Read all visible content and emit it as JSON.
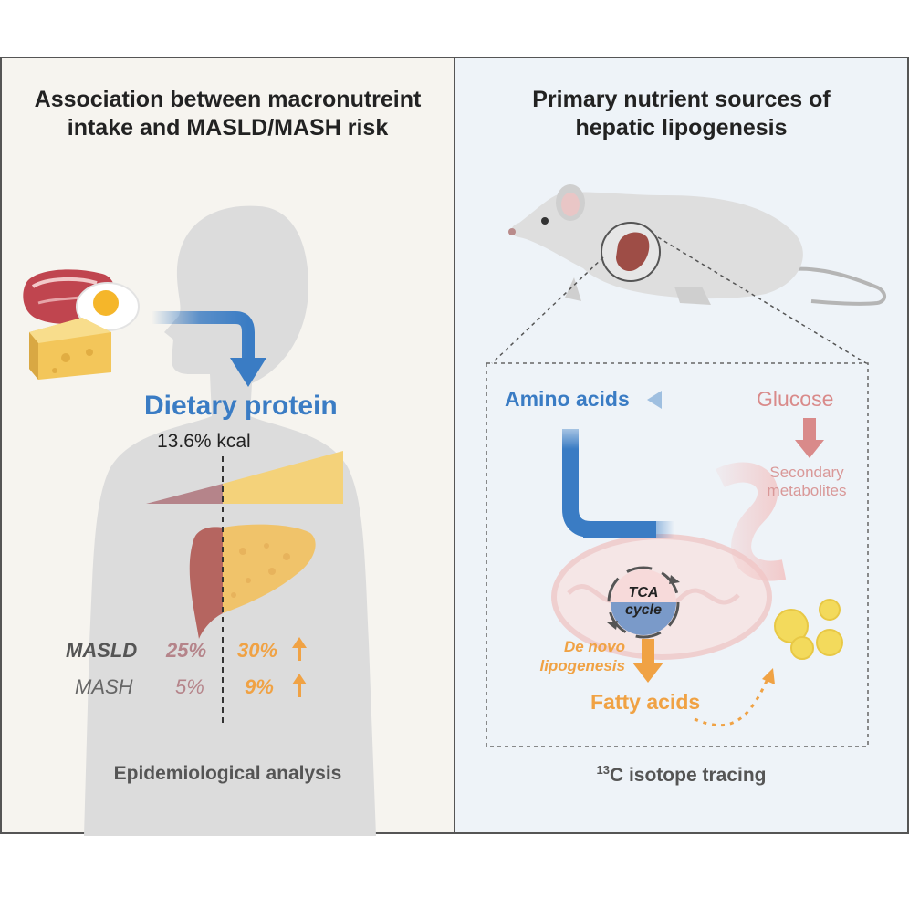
{
  "left": {
    "title_line1": "Association between macronutreint",
    "title_line2": "intake and MASLD/MASH risk",
    "dietary_protein": "Dietary protein",
    "threshold": "13.6% kcal",
    "rows": [
      {
        "label": "MASLD",
        "low": "25%",
        "high": "30%"
      },
      {
        "label": "MASH",
        "low": "5%",
        "high": "9%"
      }
    ],
    "footer": "Epidemiological analysis"
  },
  "right": {
    "title_line1": "Primary nutrient sources of",
    "title_line2": "hepatic lipogenesis",
    "amino_acids": "Amino acids",
    "glucose": "Glucose",
    "secondary_line1": "Secondary",
    "secondary_line2": "metabolites",
    "tca_line1": "TCA",
    "tca_line2": "cycle",
    "de_novo_line1": "De novo",
    "de_novo_line2": "lipogenesis",
    "fatty_acids": "Fatty acids",
    "footer_sup": "13",
    "footer_text": "C isotope tracing"
  },
  "colors": {
    "blue": "#3a7cc4",
    "orange": "#f0a244",
    "rose": "#b5707a",
    "glucose": "#d98a8a"
  }
}
